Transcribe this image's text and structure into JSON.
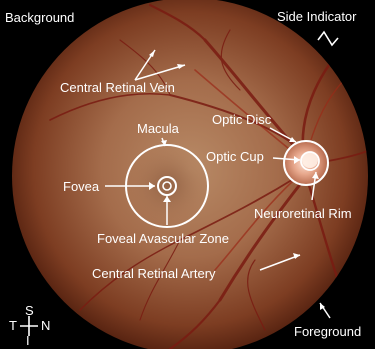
{
  "labels": {
    "background": "Background",
    "side_indicator": "Side Indicator",
    "central_retinal_vein": "Central Retinal Vein",
    "macula": "Macula",
    "optic_disc": "Optic Disc",
    "optic_cup": "Optic Cup",
    "fovea": "Fovea",
    "neuroretinal_rim": "Neuroretinal Rim",
    "foveal_avascular_zone": "Foveal Avascular Zone",
    "central_retinal_artery": "Central Retinal Artery",
    "foreground": "Foreground"
  },
  "compass": {
    "superior": "S",
    "temporal": "T",
    "nasal": "N",
    "inferior": "I"
  },
  "colors": {
    "annotation": "#ffffff",
    "fundus_center": "#b7835f",
    "fundus_edge": "#5a2411",
    "optic_disc": "#e9b3a0",
    "vessel": "#7a1c12"
  }
}
